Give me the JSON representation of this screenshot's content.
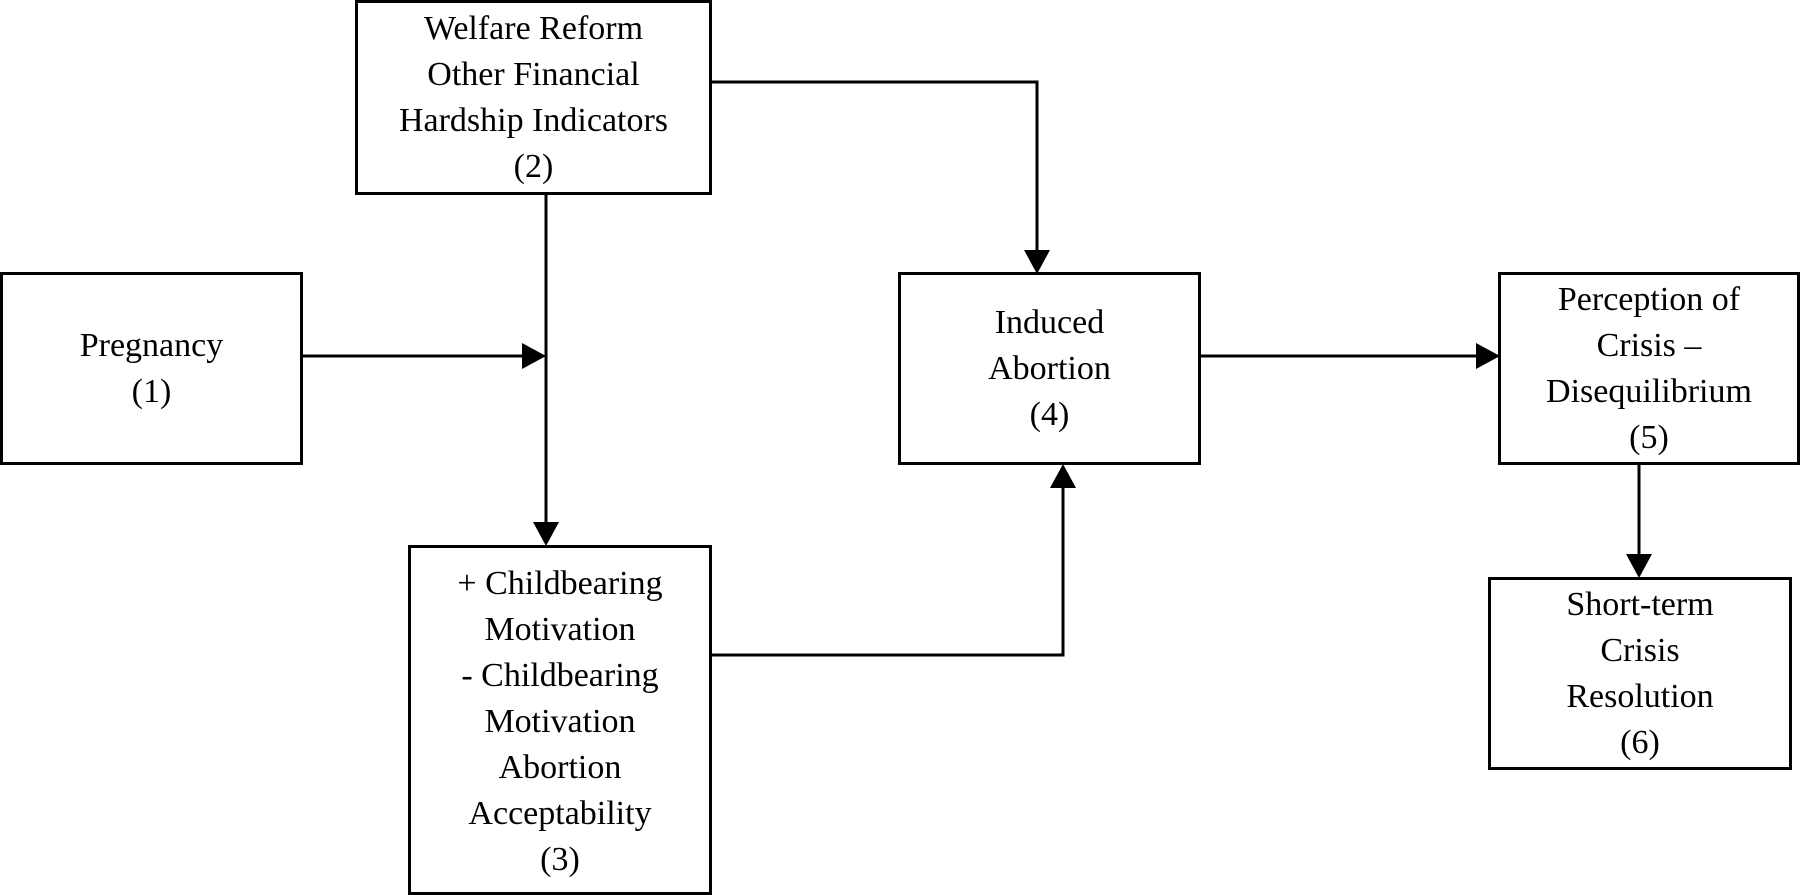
{
  "diagram": {
    "nodes": {
      "pregnancy": {
        "lines": [
          "Pregnancy",
          "(1)"
        ]
      },
      "welfare": {
        "lines": [
          "Welfare Reform",
          "Other Financial",
          "Hardship Indicators",
          "(2)"
        ]
      },
      "motivation": {
        "lines": [
          "+ Childbearing",
          "Motivation",
          "- Childbearing",
          "Motivation",
          "Abortion",
          "Acceptability",
          "(3)"
        ]
      },
      "abortion": {
        "lines": [
          "Induced",
          "Abortion",
          "(4)"
        ]
      },
      "crisis": {
        "lines": [
          "Perception of",
          "Crisis –",
          "Disequilibrium",
          "(5)"
        ]
      },
      "resolution": {
        "lines": [
          "Short-term",
          "Crisis",
          "Resolution",
          "(6)"
        ]
      }
    },
    "colors": {
      "stroke": "#000000",
      "background": "#ffffff"
    }
  }
}
